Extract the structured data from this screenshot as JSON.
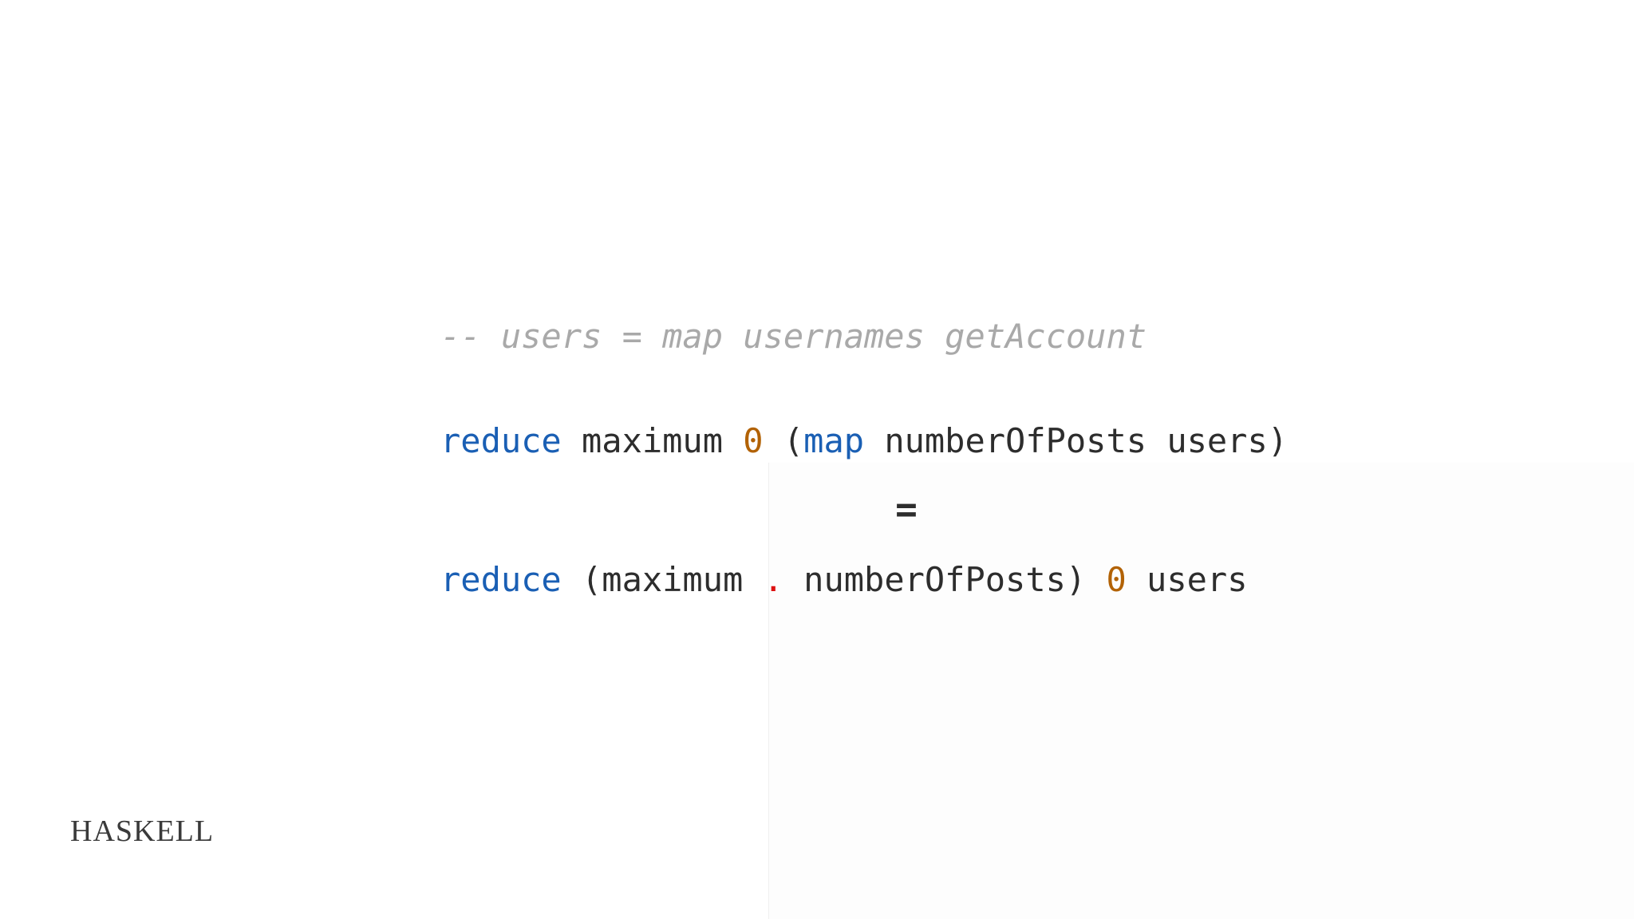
{
  "colors": {
    "background": "#ffffff",
    "comment": "#a9a9a9",
    "plain": "#2d2d2d",
    "keyword": "#1a5fb4",
    "number": "#b26205",
    "operator": "#dd1111",
    "equals": "#2d2d2d",
    "label": "#3a3a3a"
  },
  "slide": {
    "comment": "-- users = map usernames getAccount",
    "equals": "=",
    "language_label": "HASKELL",
    "code_line_1": {
      "tokens": [
        {
          "text": "reduce",
          "type": "keyword"
        },
        {
          "text": " maximum ",
          "type": "plain"
        },
        {
          "text": "0",
          "type": "number"
        },
        {
          "text": " (",
          "type": "plain"
        },
        {
          "text": "map",
          "type": "keyword"
        },
        {
          "text": " numberOfPosts users)",
          "type": "plain"
        }
      ]
    },
    "code_line_2": {
      "tokens": [
        {
          "text": "reduce",
          "type": "keyword"
        },
        {
          "text": " (maximum ",
          "type": "plain"
        },
        {
          "text": ".",
          "type": "operator"
        },
        {
          "text": " numberOfPosts) ",
          "type": "plain"
        },
        {
          "text": "0",
          "type": "number"
        },
        {
          "text": " users",
          "type": "plain"
        }
      ]
    }
  }
}
